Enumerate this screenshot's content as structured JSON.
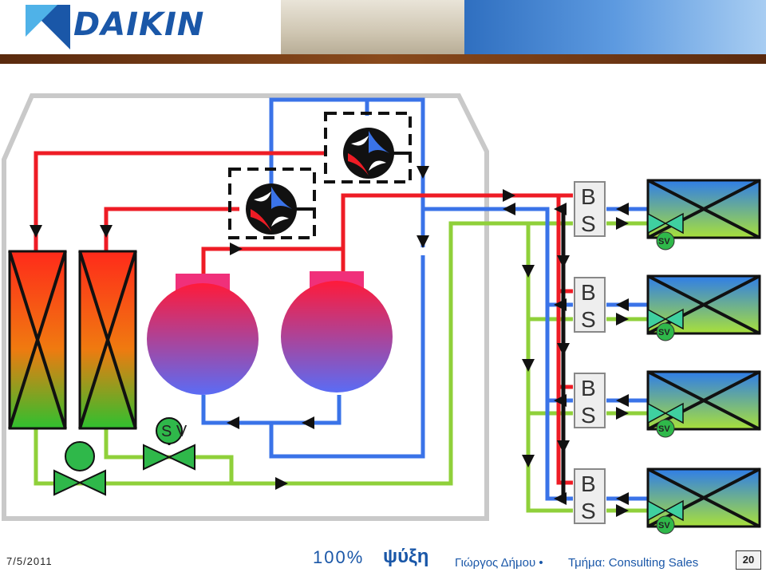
{
  "header": {
    "logo_text": "DAIKIN"
  },
  "diagram": {
    "bs_boxes": [
      {
        "top": "B",
        "bottom": "S"
      },
      {
        "top": "B",
        "bottom": "S"
      },
      {
        "top": "B",
        "bottom": "S"
      },
      {
        "top": "B",
        "bottom": "S"
      }
    ],
    "sv_label": "SV",
    "receiver_valve_label": "S V"
  },
  "footer": {
    "date": "7/5/2011",
    "mode_percent": "100%",
    "mode_word": "ψύξη",
    "author": "Γιώργος Δήμου •",
    "department": "Τμήμα: Consulting Sales",
    "page_number": "20"
  },
  "colors": {
    "red_line": "#ee1c25",
    "blue_line": "#3a73e8",
    "green_line": "#8fd03a",
    "black_line": "#111111",
    "brand_blue": "#1a57a8"
  }
}
